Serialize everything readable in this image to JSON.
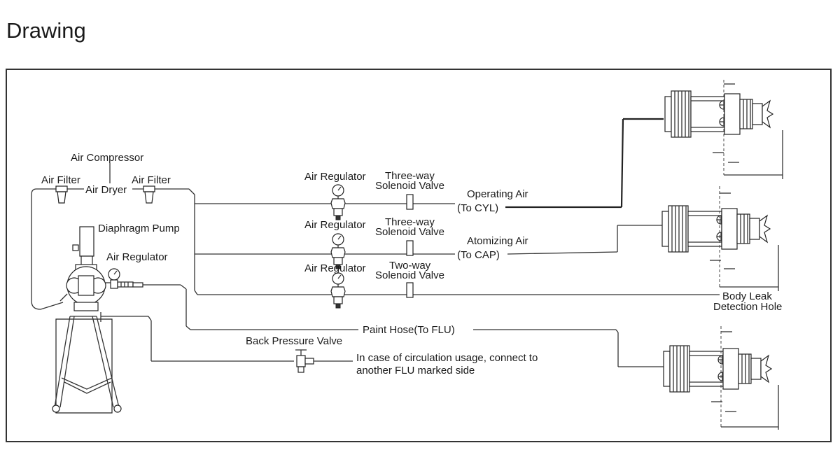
{
  "page": {
    "title": "Drawing"
  },
  "labels": {
    "air_compressor": "Air Compressor",
    "air_filter_left": "Air Filter",
    "air_dryer": "Air Dryer",
    "air_filter_right": "Air Filter",
    "diaphragm_pump": "Diaphragm Pump",
    "air_regulator_pump": "Air Regulator",
    "air_regulator_1": "Air Regulator",
    "air_regulator_2": "Air Regulator",
    "air_regulator_3": "Air Regulator",
    "valve_1_line1": "Three-way",
    "valve_1_line2": "Solenoid Valve",
    "valve_2_line1": "Three-way",
    "valve_2_line2": "Solenoid Valve",
    "valve_3_line1": "Two-way",
    "valve_3_line2": "Solenoid Valve",
    "operating_air": "Operating Air",
    "to_cyl": "(To CYL)",
    "atomizing_air": "Atomizing Air",
    "to_cap": "(To CAP)",
    "body_leak_line1": "Body Leak",
    "body_leak_line2": "Detection Hole",
    "paint_hose": "Paint Hose(To FLU)",
    "back_pressure_valve": "Back Pressure Valve",
    "circulation_line1": "In case of circulation usage, connect to",
    "circulation_line2": "another FLU marked side"
  }
}
